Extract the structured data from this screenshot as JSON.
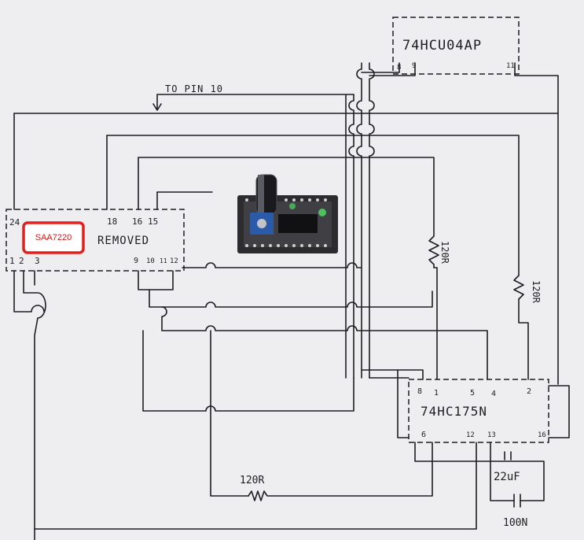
{
  "labels": {
    "chip_top": "74HCU04AP",
    "chip_bottom": "74HC175N",
    "chip_left_main": "REMOVED",
    "chip_left_badge": "SAA7220",
    "to_pin": "TO PIN 10",
    "r1": "120R",
    "r2": "120R",
    "r3": "120R",
    "c1": "22uF",
    "c2": "100N"
  },
  "pins": {
    "left_top": [
      "24",
      "18",
      "16",
      "15"
    ],
    "left_bottom": [
      "1",
      "2",
      "3",
      "9",
      "10",
      "11",
      "12"
    ],
    "u04_bottom": [
      "8",
      "9",
      "11"
    ],
    "hc175_top": [
      "8",
      "1",
      "5",
      "4",
      "2"
    ],
    "hc175_bottom": [
      "6",
      "12",
      "13",
      "16"
    ]
  },
  "colors": {
    "ink": "#1e1e22",
    "paper": "#eeeef0",
    "badge_border": "#e0211f",
    "badge_text": "#c81e1e"
  }
}
